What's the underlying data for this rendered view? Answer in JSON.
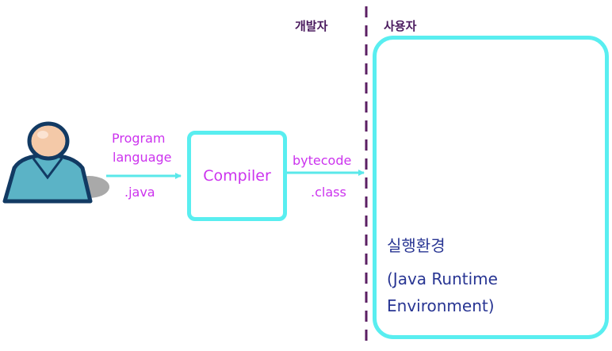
{
  "roles": {
    "developer": "개발자",
    "user": "사용자"
  },
  "input": {
    "line1": "Program",
    "line2": "language",
    "ext": ".java"
  },
  "compiler": {
    "label": "Compiler"
  },
  "output": {
    "label": "bytecode",
    "ext": ".class"
  },
  "runtime": {
    "line1": "실행환경",
    "line2": "(Java Runtime",
    "line3": "Environment)"
  },
  "colors": {
    "accent_box": "#59eef0",
    "arrow": "#5ae8ea",
    "label_text": "#cc33ee",
    "divider": "#5b1f63",
    "runtime_text": "#283593"
  },
  "icons": {
    "person": "person-icon",
    "computer": "desktop-computer-icon"
  }
}
